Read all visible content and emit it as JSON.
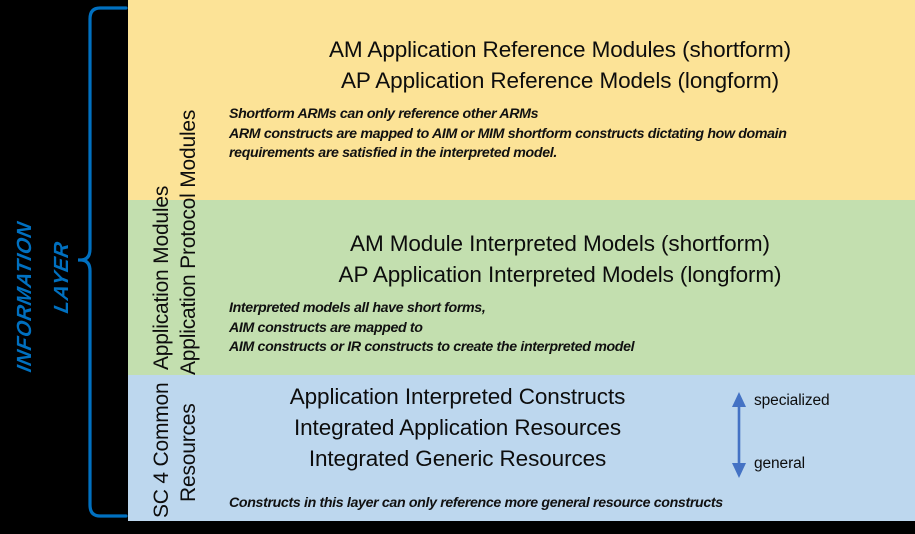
{
  "diagram": {
    "title_left": {
      "line1": "INFORMATION",
      "line2": "LAYER",
      "color": "#0070C0"
    },
    "brace_color": "#0070C0",
    "arrow_color": "#4472C4",
    "background": "#000000",
    "bands": [
      {
        "id": "arm",
        "color": "#FCE397",
        "headings": [
          "AM Application Reference Modules (shortform)",
          "AP Application Reference Models (longform)"
        ],
        "notes": [
          "Shortform ARMs can only reference other ARMs",
          "ARM constructs are mapped to AIM or MIM shortform constructs dictating how domain",
          "requirements are satisfied in the interpreted model."
        ]
      },
      {
        "id": "aim",
        "color": "#C3DFAF",
        "headings": [
          "AM Module Interpreted Models (shortform)",
          "AP Application Interpreted Models (longform)"
        ],
        "notes": [
          "Interpreted models all have short forms,",
          "AIM constructs are mapped to",
          "AIM constructs or IR constructs to create the interpreted model"
        ]
      },
      {
        "id": "ir",
        "color": "#BDD7EE",
        "headings": [
          "Application Interpreted Constructs",
          "Integrated Application Resources",
          "Integrated Generic Resources"
        ],
        "notes": [
          "Constructs in this layer can only reference more general resource constructs"
        ]
      }
    ],
    "vertical_labels": {
      "upper_col1": "Application Modules",
      "upper_col2": "Application Protocol Modules",
      "lower_col1": "SC 4 Common",
      "lower_col2": "Resources"
    },
    "scale": {
      "top_label": "specialized",
      "bottom_label": "general"
    }
  }
}
